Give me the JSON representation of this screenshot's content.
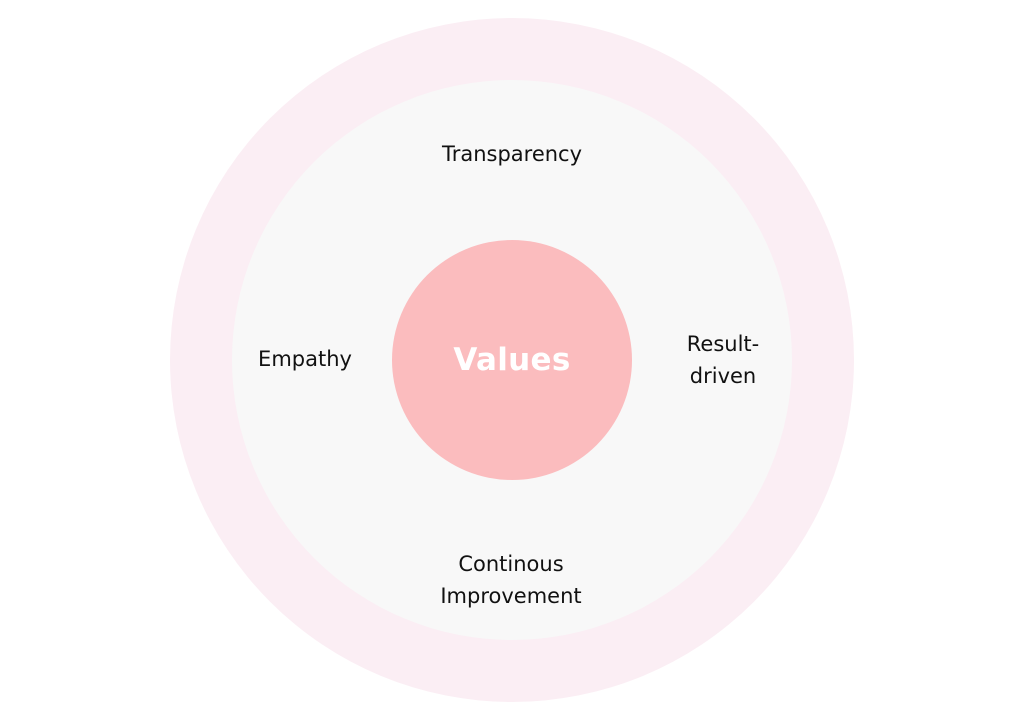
{
  "diagram": {
    "center": {
      "label": "Values",
      "color": "#fbbcbe",
      "text_color": "#ffffff"
    },
    "outer_ring_color": "#fbeef4",
    "inner_ring_color": "#f8f8f8",
    "values": {
      "top": "Transparency",
      "left": "Empathy",
      "right": [
        "Result-",
        "driven"
      ],
      "bottom": [
        "Continous",
        "Improvement"
      ]
    }
  }
}
